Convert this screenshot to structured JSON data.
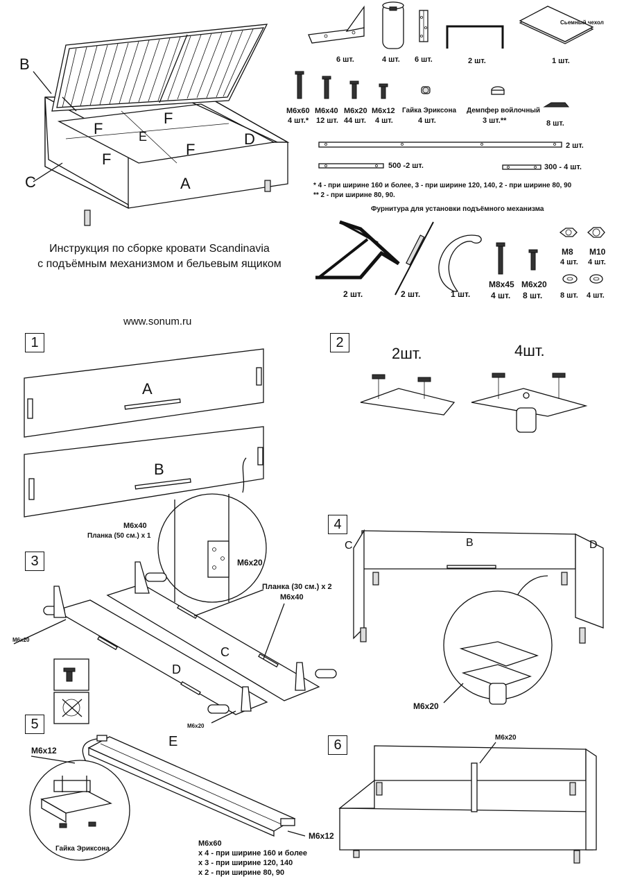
{
  "hero_labels": {
    "a": "A",
    "b": "B",
    "c": "C",
    "d": "D",
    "e": "E",
    "f": "F"
  },
  "instruction_title_line1": "Инструкция по сборке кровати Scandinavia",
  "instruction_title_line2": "с подъёмным механизмом и бельевым ящиком",
  "website": "www.sonum.ru",
  "parts_row1": [
    {
      "label": "6 шт.",
      "icon": "corner-bracket"
    },
    {
      "label": "4 шт.",
      "icon": "leg"
    },
    {
      "label": "6 шт.",
      "icon": "hinge-plate"
    },
    {
      "label": "2 шт.",
      "icon": "u-bracket"
    },
    {
      "label": "1 шт.",
      "icon": "removable-cover",
      "caption": "Сьемный чехол"
    }
  ],
  "parts_row2": [
    {
      "name": "М6х60",
      "qty": "4 шт.*"
    },
    {
      "name": "М6х40",
      "qty": "12 шт."
    },
    {
      "name": "М6х20",
      "qty": "44 шт."
    },
    {
      "name": "М6х12",
      "qty": "4 шт."
    },
    {
      "name": "Гайка Эриксона",
      "qty": "4 шт."
    },
    {
      "name": "Демпфер войлочный",
      "qty": "3 шт.**"
    },
    {
      "name": "",
      "qty": "8 шт."
    }
  ],
  "rails": [
    {
      "label": "2 шт."
    },
    {
      "label": "500 -2 шт."
    },
    {
      "label": "300 - 4 шт."
    }
  ],
  "footnotes": {
    "note1": "* 4 - при ширине 160 и более, 3 - при ширине 120, 140, 2 - при ширине 80, 90",
    "note2": "** 2 - при ширине 80, 90."
  },
  "mechanism": {
    "title": "Фурнитура для установки подъёмного механизма",
    "items": [
      {
        "label": "2 шт.",
        "icon": "lift-mechanism"
      },
      {
        "label": "2 шт.",
        "icon": "gas-spring"
      },
      {
        "label": "1 шт.",
        "icon": "strap"
      },
      {
        "name": "М8х45",
        "qty": "4 шт."
      },
      {
        "name": "М6х20",
        "qty": "8 шт."
      }
    ],
    "nuts": [
      {
        "name": "М8",
        "qty": "4 шт."
      },
      {
        "name": "М10",
        "qty": "4 шт."
      }
    ],
    "washers": [
      {
        "qty": "8 шт."
      },
      {
        "qty": "4 шт."
      }
    ]
  },
  "step1": {
    "number": "1",
    "panel_a": "A",
    "panel_b": "B",
    "screw": "М6х40",
    "plank": "Планка (50 см.)  х 1",
    "zoom_screw": "М6х20"
  },
  "step2": {
    "number": "2",
    "count_left": "2шт.",
    "count_right": "4шт."
  },
  "step3": {
    "number": "3",
    "plank": "Планка (30 см.)  х 2",
    "screw": "М6х40",
    "screw_left": "М6х20",
    "screw_bottom": "М6х20",
    "panel_c": "C",
    "panel_d": "D"
  },
  "step4": {
    "number": "4",
    "c": "C",
    "b": "B",
    "d": "D",
    "screw": "М6х20"
  },
  "step5": {
    "number": "5",
    "e": "E",
    "screw_top": "М6х12",
    "screw_right": "М6х12",
    "nut": "Гайка Эриксона",
    "m6x60": "М6х60",
    "q1": "х 4 - при ширине 160 и более",
    "q2": "х 3 - при ширине 120, 140",
    "q3": "х 2 - при ширине 80, 90"
  },
  "step6": {
    "number": "6",
    "screw": "М6х20"
  }
}
